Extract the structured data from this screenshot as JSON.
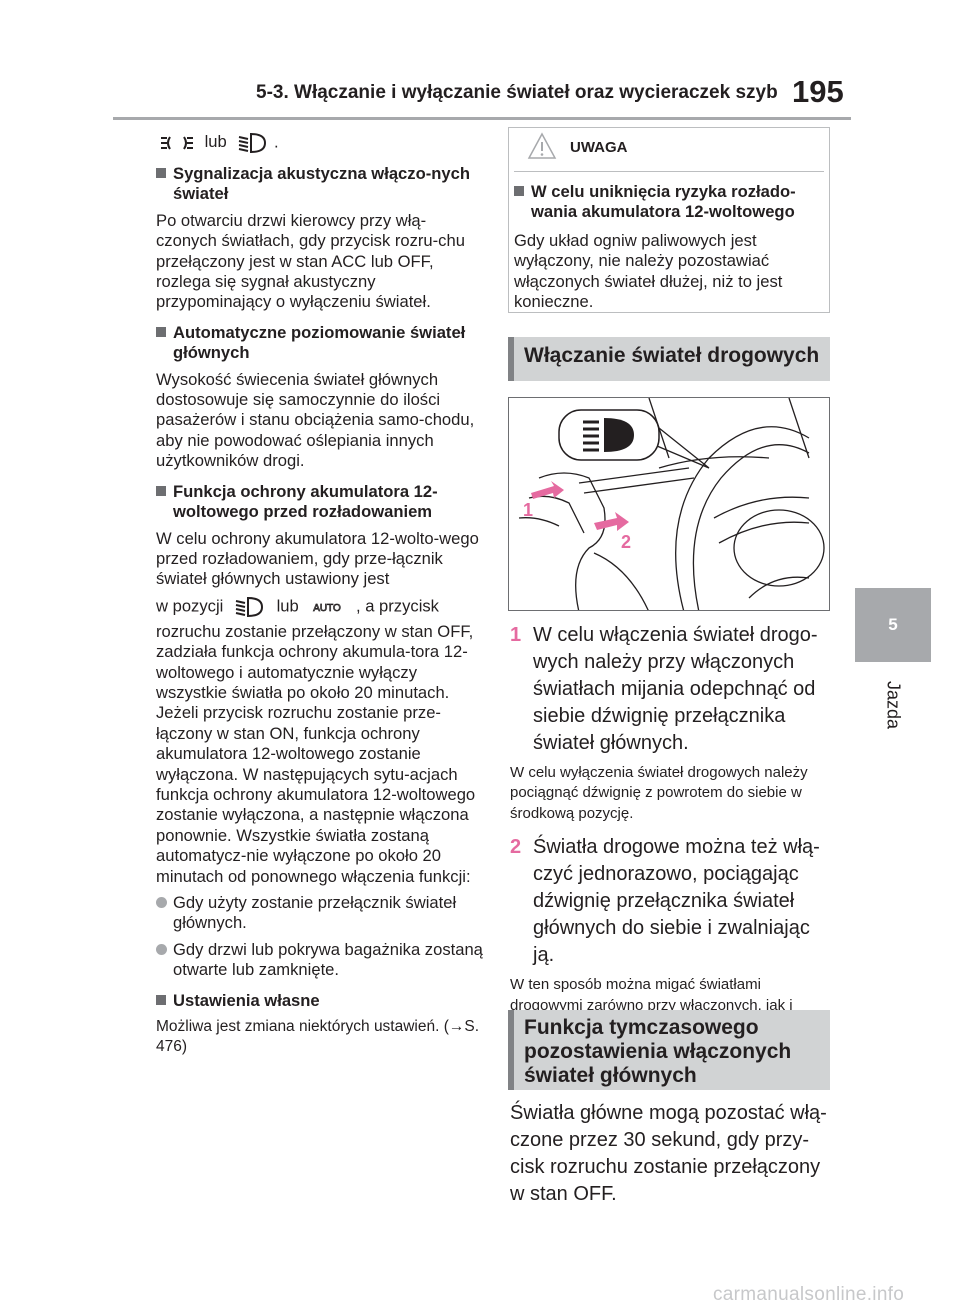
{
  "header": {
    "title": "5-3. Włączanie i wyłączanie świateł oraz wycieraczek szyb",
    "page_number": "195"
  },
  "side_tab": {
    "number": "5",
    "label": "Jazda"
  },
  "left": {
    "top_line_or": "lub",
    "top_line_end": ".",
    "h1": "Sygnalizacja akustyczna włączo-nych świateł",
    "p1": "Po otwarciu drzwi kierowcy przy włą-czonych światłach, gdy przycisk rozru-chu przełączony jest w stan ACC lub OFF, rozlega się sygnał akustyczny przypominający o wyłączeniu świateł.",
    "h2": "Automatyczne poziomowanie świateł głównych",
    "p2": "Wysokość świecenia świateł głównych dostosowuje się samoczynnie do ilości pasażerów i stanu obciążenia samo-chodu, aby nie powodować oślepiania innych użytkowników drogi.",
    "h3": "Funkcja ochrony akumulatora 12-woltowego przed rozładowaniem",
    "p3a": "W celu ochrony akumulatora 12-wolto-wego przed rozładowaniem, gdy prze-łącznik świateł głównych ustawiony jest",
    "p3_pos": "w pozycji",
    "p3_or": "lub",
    "p3_tail": ", a przycisk",
    "p3b": "rozruchu zostanie przełączony w stan OFF, zadziała funkcja ochrony akumula-tora 12-woltowego i automatycznie wyłączy wszystkie światła po około 20 minutach.",
    "p3c": "Jeżeli przycisk rozruchu zostanie prze-łączony w stan ON, funkcja ochrony akumulatora 12-woltowego zostanie wyłączona. W następujących sytu-acjach funkcja ochrony akumulatora 12-woltowego zostanie wyłączona, a następnie włączona ponownie. Wszystkie światła zostaną automatycz-nie wyłączone po około 20 minutach od ponownego włączenia funkcji:",
    "b1": "Gdy użyty zostanie przełącznik świateł głównych.",
    "b2": "Gdy drzwi lub pokrywa bagażnika zostaną otwarte lub zamknięte.",
    "h4": "Ustawienia własne",
    "p4": "Możliwa jest zmiana niektórych ustawień. (→S. 476)",
    "auto_icon_text": "AUTO"
  },
  "warning": {
    "title": "UWAGA",
    "heading": "W celu uniknięcia ryzyka rozłado-wania akumulatora 12-woltowego",
    "body": "Gdy układ ogniw paliwowych jest wyłączony, nie należy pozostawiać włączonych świateł dłużej, niż to jest konieczne."
  },
  "section1": {
    "title": "Włączanie świateł drogowych"
  },
  "figure": {
    "label1": "1",
    "label2": "2"
  },
  "steps": [
    {
      "num": "1",
      "text": "W celu włączenia świateł drogo-wych należy przy włączonych światłach mijania odepchnąć od siebie dźwignię przełącznika świateł głównych.",
      "note": "W celu wyłączenia świateł drogowych należy pociągnąć dźwignię z powrotem do siebie w środkową pozycję."
    },
    {
      "num": "2",
      "text": "Światła drogowe można też włą-czyć jednorazowo, pociągając dźwignię przełącznika świateł głównych do siebie i zwalniając ją.",
      "note": "W ten sposób można migać światłami drogowymi zarówno przy włączonych, jak i wyłączonych światłach mijania."
    }
  ],
  "section2": {
    "title": "Funkcja tymczasowego pozostawienia włączonych świateł głównych"
  },
  "final_text": "Światła główne mogą pozostać włą-czone przez 30 sekund, gdy przy-cisk rozruchu zostanie przełączony w stan OFF.",
  "watermark": "carmanualsonline.info"
}
